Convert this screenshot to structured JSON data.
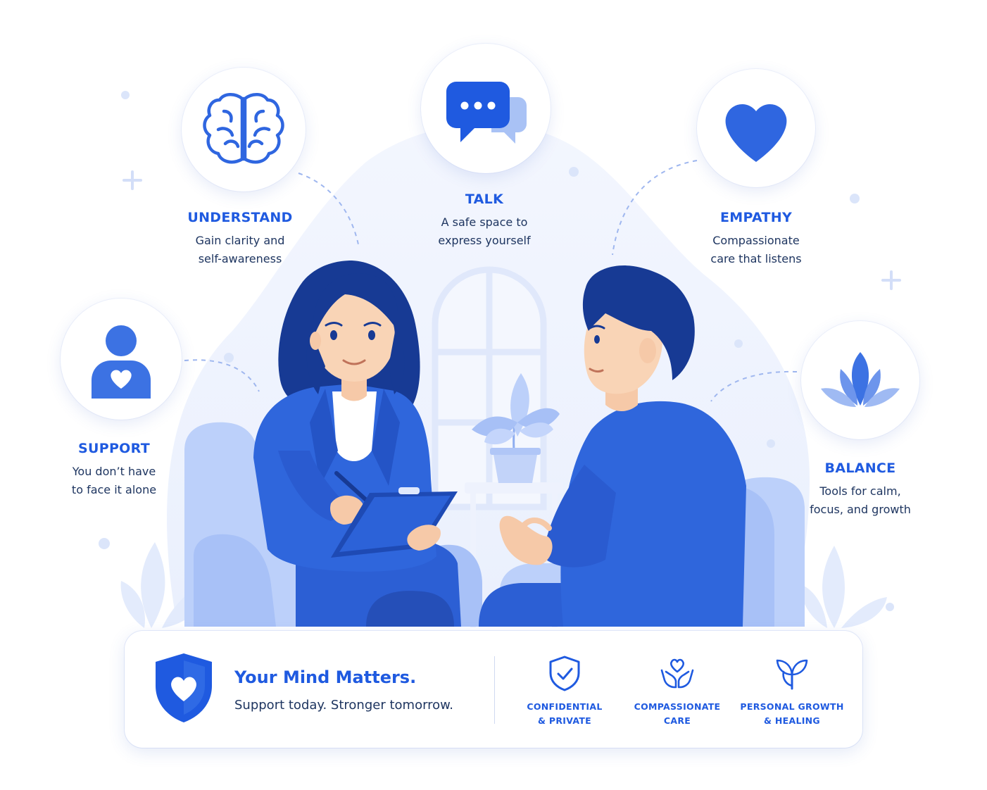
{
  "colors": {
    "primary": "#1f5ae0",
    "light": "#c9d8fb",
    "dark_navy": "#173a94",
    "text": "#1e3560"
  },
  "features": {
    "understand": {
      "icon": "brain-icon",
      "title": "UNDERSTAND",
      "line1": "Gain clarity and",
      "line2": "self-awareness"
    },
    "talk": {
      "icon": "chat-bubbles-icon",
      "title": "TALK",
      "line1": "A safe space to",
      "line2": "express yourself"
    },
    "empathy": {
      "icon": "heart-icon",
      "title": "EMPATHY",
      "line1": "Compassionate",
      "line2": "care that listens"
    },
    "support": {
      "icon": "person-heart-icon",
      "title": "SUPPORT",
      "line1": "You don’t have",
      "line2": "to face it alone"
    },
    "balance": {
      "icon": "lotus-icon",
      "title": "BALANCE",
      "line1": "Tools for calm,",
      "line2": "focus, and growth"
    }
  },
  "footer": {
    "shield_icon": "shield-heart-icon",
    "headline": "Your Mind Matters.",
    "subline": "Support today. Stronger tomorrow.",
    "badges": [
      {
        "icon": "shield-check-icon",
        "line1": "CONFIDENTIAL",
        "line2": "& PRIVATE"
      },
      {
        "icon": "hands-heart-icon",
        "line1": "COMPASSIONATE",
        "line2": "CARE"
      },
      {
        "icon": "sprout-icon",
        "line1": "PERSONAL GROWTH",
        "line2": "& HEALING"
      }
    ]
  }
}
